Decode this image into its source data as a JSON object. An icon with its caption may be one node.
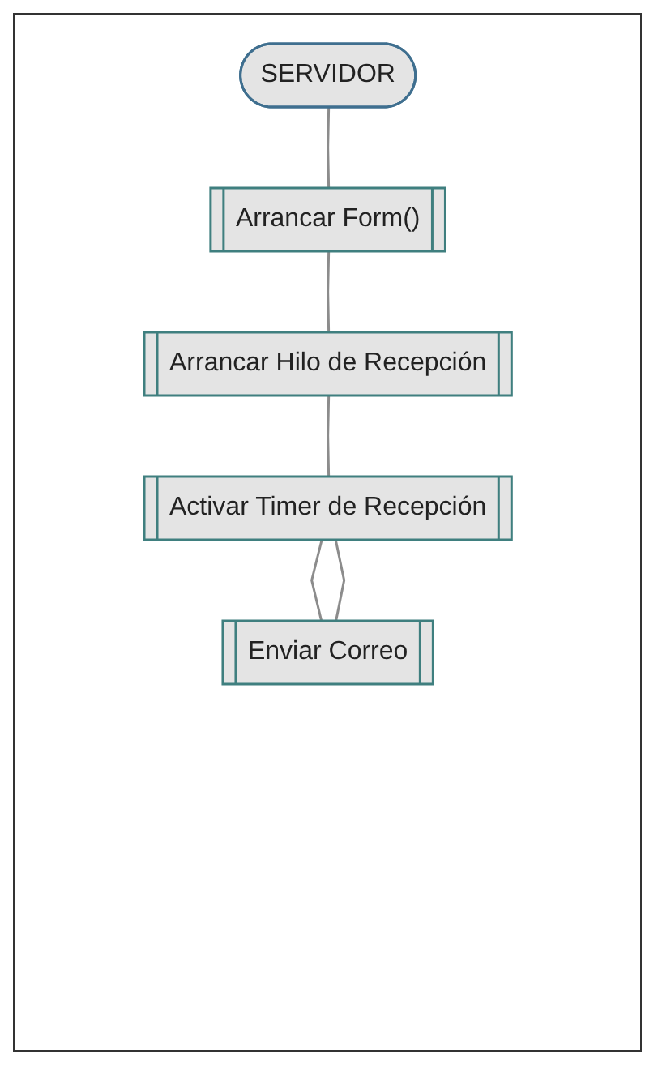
{
  "diagram": {
    "nodes": [
      {
        "text": [
          "SERVIDOR"
        ]
      },
      {
        "text": [
          "Arrancar Form()"
        ]
      },
      {
        "text": [
          "Arrancar Hilo de Recepción"
        ]
      },
      {
        "text": [
          "Activar Timer de Recepción"
        ]
      },
      {
        "text": [
          "Enviar Correo"
        ]
      }
    ],
    "edges": [
      {
        "from": 0,
        "to": 1,
        "arrow": "none"
      },
      {
        "from": 1,
        "to": 2,
        "arrow": "none"
      },
      {
        "from": 2,
        "to": 3,
        "arrow": "none"
      },
      {
        "from": 3,
        "to": 4,
        "arrow": "none"
      },
      {
        "from": 4,
        "to": 3,
        "arrow": "none"
      }
    ]
  }
}
